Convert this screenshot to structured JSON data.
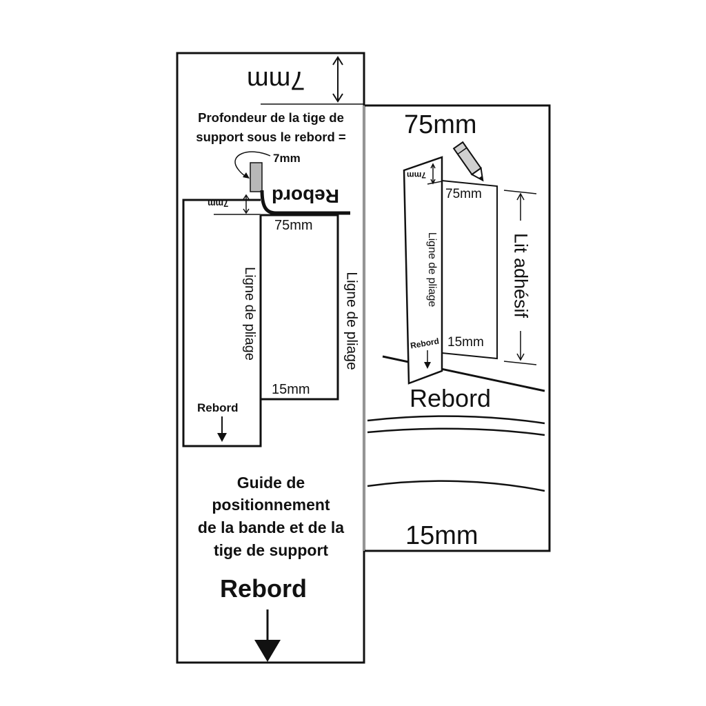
{
  "left_panel": {
    "top_dimension": "7mm",
    "depth_text_line1": "Profondeur de la tige de",
    "depth_text_line2": "support sous le rebord =",
    "depth_value": "7mm",
    "inner_rebord_upside_down": "Rebord",
    "small_7mm": "7mm",
    "fold_top": "75mm",
    "fold_bottom": "15mm",
    "fold_line_left": "Ligne de pliage",
    "fold_line_right": "Ligne de pliage",
    "strip_rebord": "Rebord",
    "guide_line1": "Guide de",
    "guide_line2": "positionnement",
    "guide_line3": "de la bande et de la",
    "guide_line4": "tige de support",
    "bottom_rebord": "Rebord"
  },
  "right_panel": {
    "top_label": "75mm",
    "strip_7mm": "7mm",
    "strip_75mm": "75mm",
    "strip_fold_line": "Ligne de pliage",
    "strip_15mm": "15mm",
    "strip_rebord": "Rebord",
    "adhesive_bed": "Lit adhésif",
    "rebord_label": "Rebord",
    "bottom_label": "15mm"
  },
  "colors": {
    "stroke": "#111111",
    "support_rod": "#b8b8b8",
    "pencil": "#d0d0d0"
  }
}
